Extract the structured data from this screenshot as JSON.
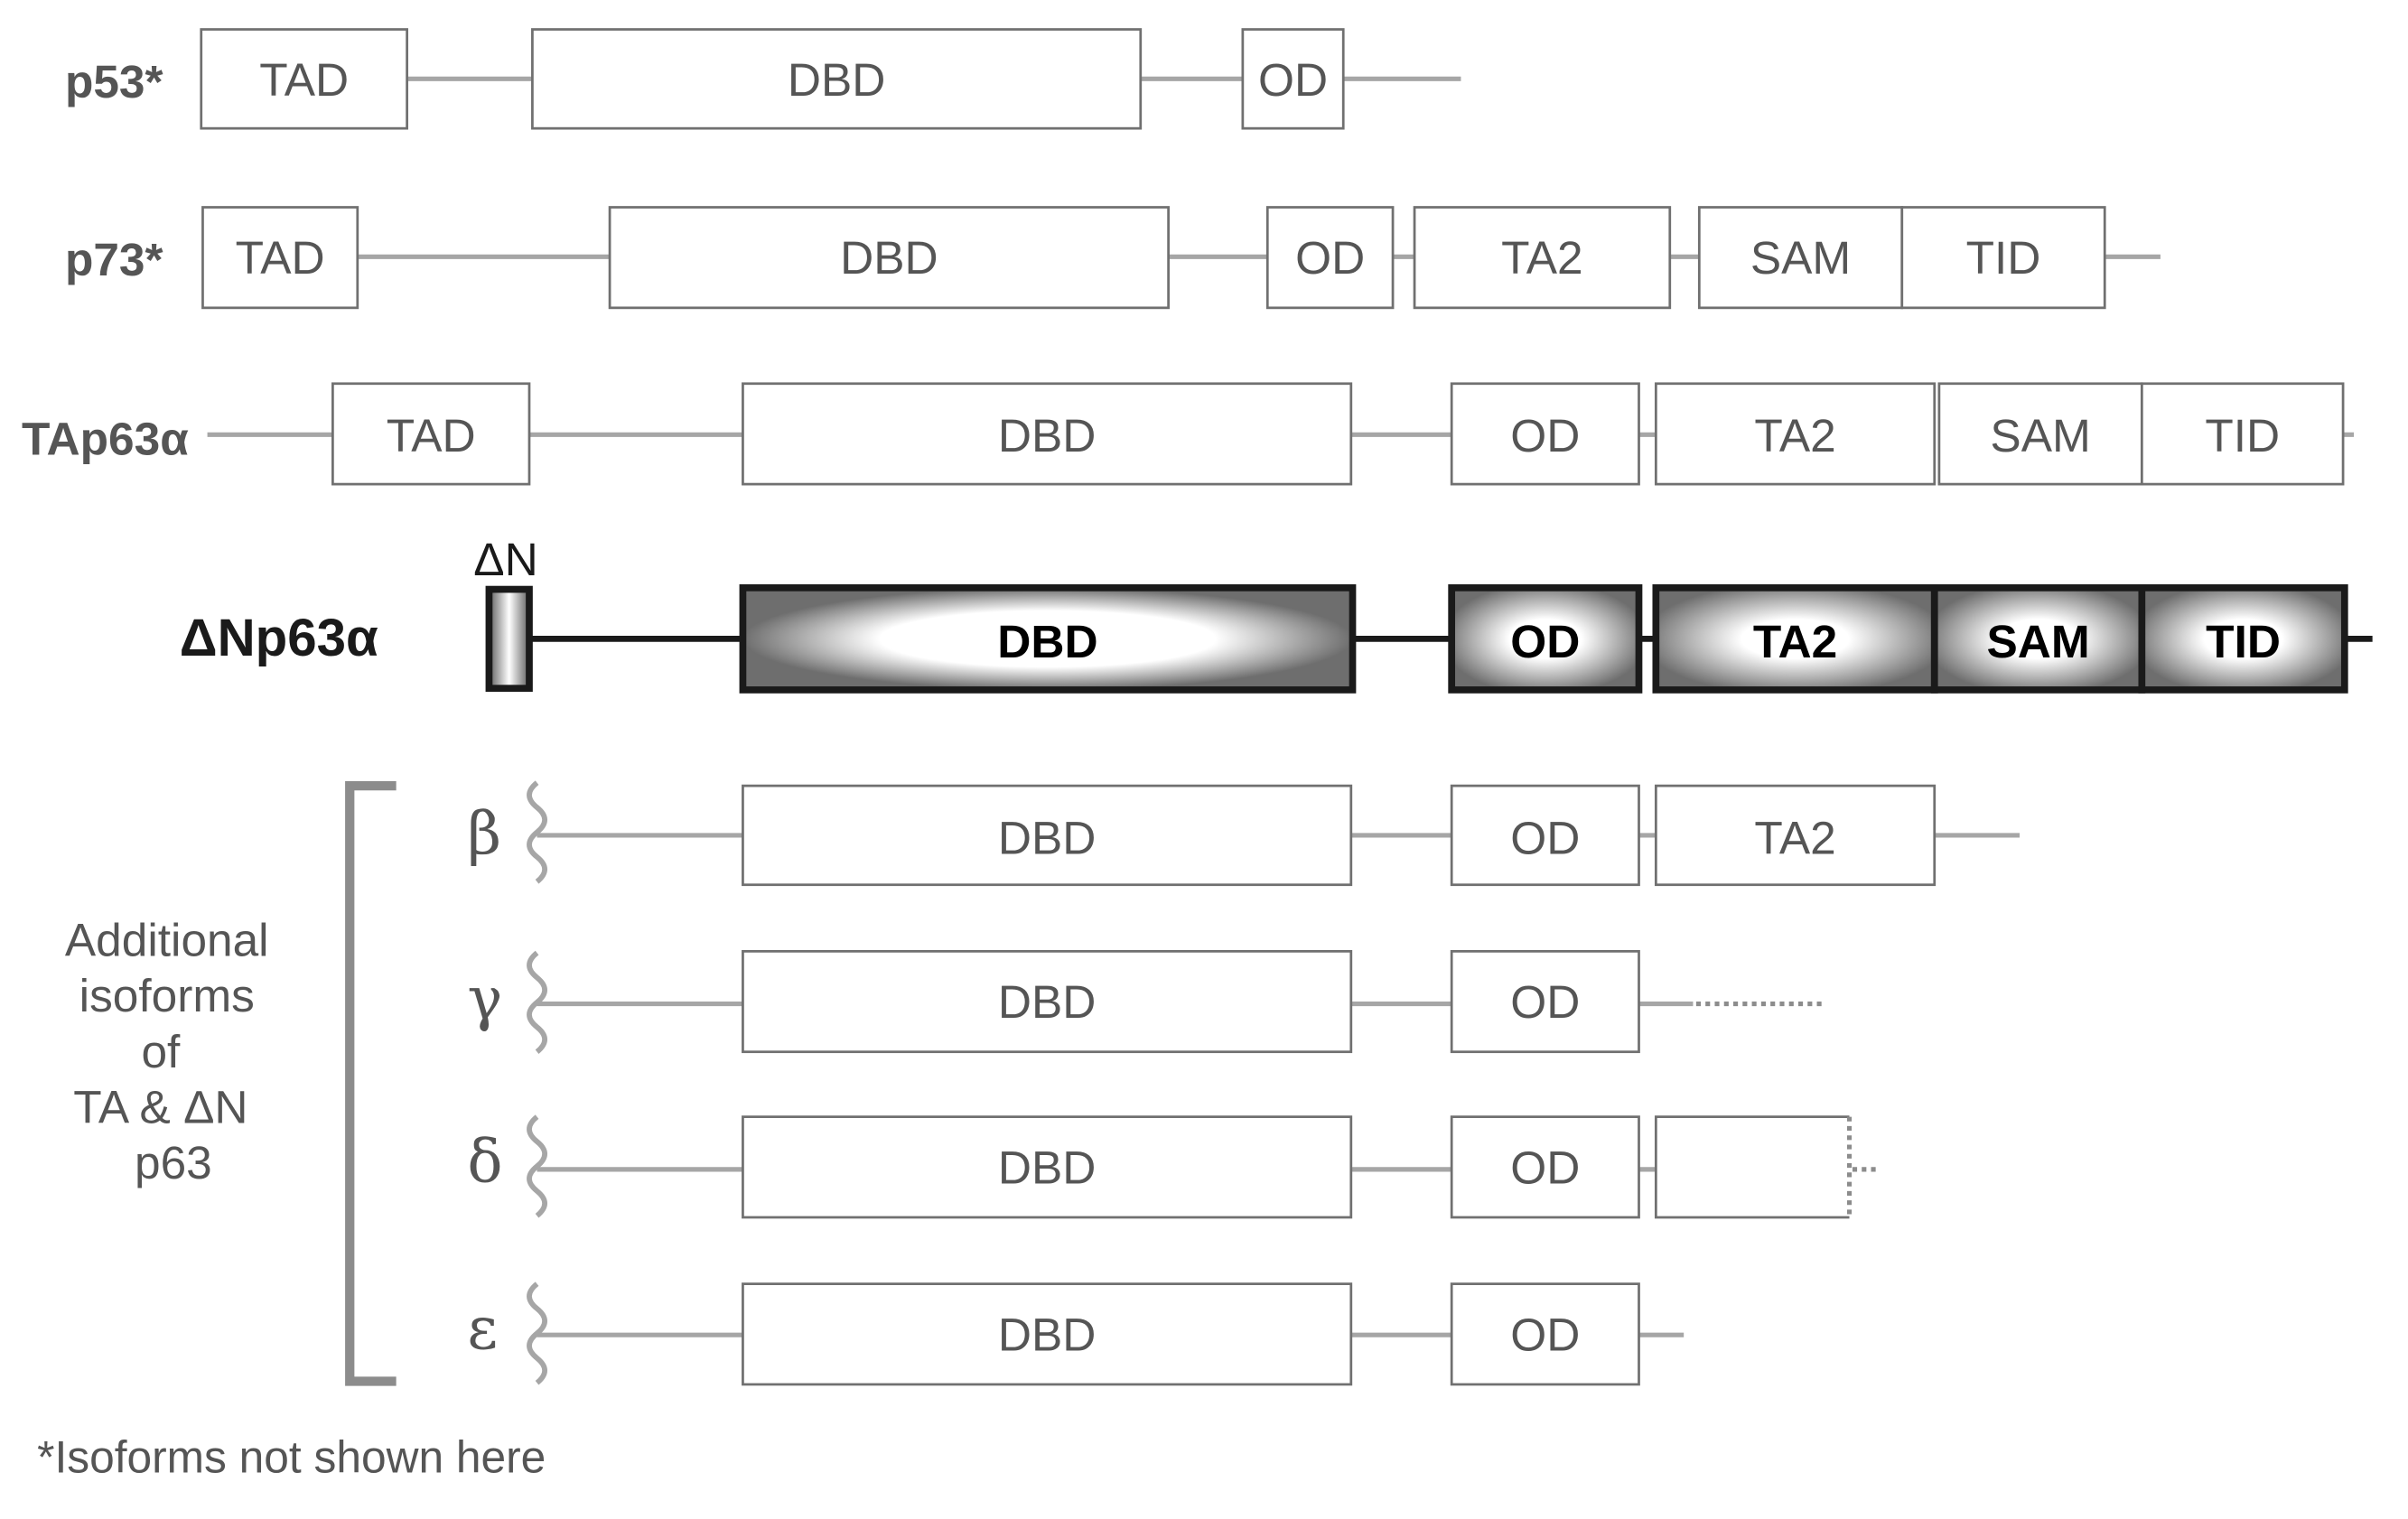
{
  "rows": {
    "p53": {
      "name": "p53*",
      "domains": [
        "TAD",
        "DBD",
        "OD"
      ]
    },
    "p73": {
      "name": "p73*",
      "domains": [
        "TAD",
        "DBD",
        "OD",
        "TA2",
        "SAM",
        "TID"
      ]
    },
    "tap63a": {
      "name": "TAp63α",
      "domains": [
        "TAD",
        "DBD",
        "OD",
        "TA2",
        "SAM",
        "TID"
      ]
    },
    "dnp63a": {
      "name": "ΔNp63α",
      "n_marker": "ΔN",
      "domains": [
        "DBD",
        "OD",
        "TA2",
        "SAM",
        "TID"
      ]
    },
    "beta": {
      "symbol": "β",
      "domains": [
        "DBD",
        "OD",
        "TA2"
      ]
    },
    "gamma": {
      "symbol": "γ",
      "domains": [
        "DBD",
        "OD"
      ]
    },
    "delta": {
      "symbol": "δ",
      "domains": [
        "DBD",
        "OD"
      ]
    },
    "epsilon": {
      "symbol": "ε",
      "domains": [
        "DBD",
        "OD"
      ]
    }
  },
  "side_label": [
    "Additional",
    "isoforms",
    "of",
    "TA & ΔN",
    "p63"
  ],
  "footnote": "*Isoforms not shown here",
  "colors": {
    "box_border": "#707070",
    "linker": "#a6a6a6",
    "text": "#555555",
    "dark": "#1a1a1a",
    "shade": "#6e6e6e"
  }
}
